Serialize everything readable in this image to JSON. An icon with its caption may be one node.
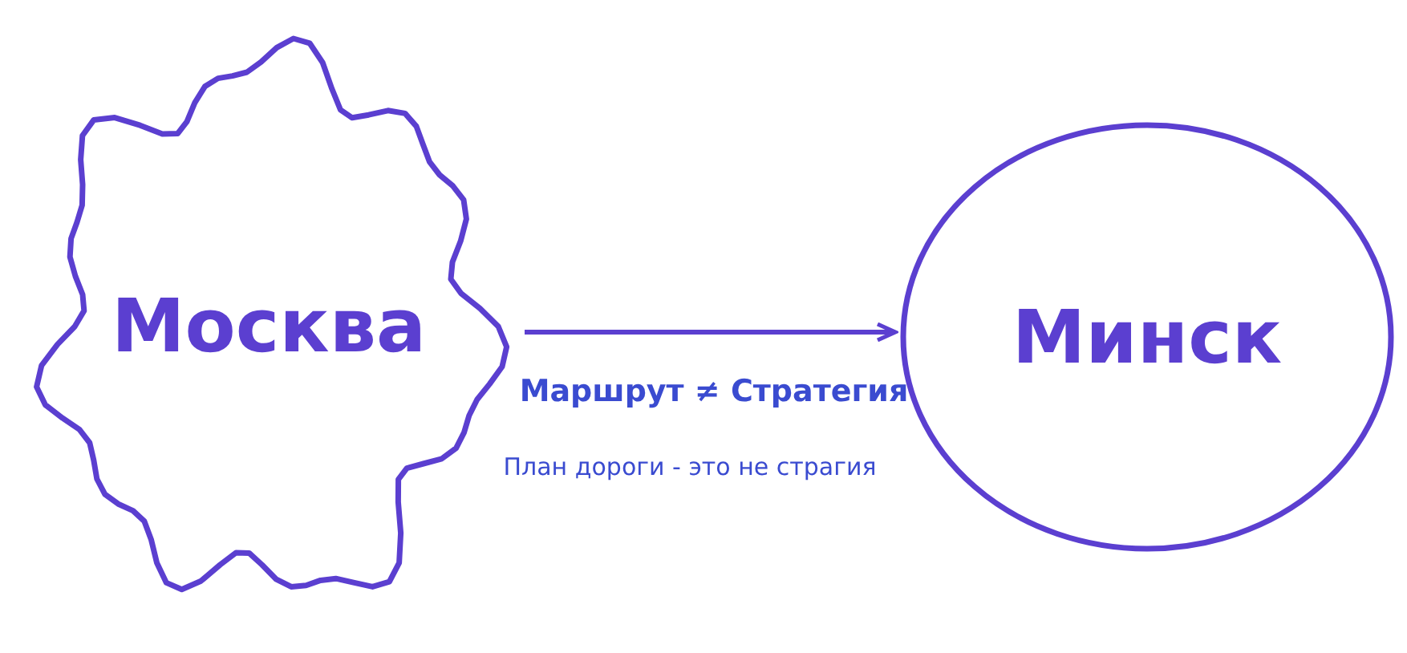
{
  "diagram": {
    "nodes": [
      {
        "text": [
          "Москва"
        ]
      },
      {
        "text": [
          "Минск"
        ]
      }
    ],
    "edges": [
      {
        "from": 0,
        "to": 1,
        "arrow": "to"
      }
    ],
    "labels": [
      "Маршрут ≠ Стратегия",
      "План дороги - это не страгия"
    ]
  }
}
